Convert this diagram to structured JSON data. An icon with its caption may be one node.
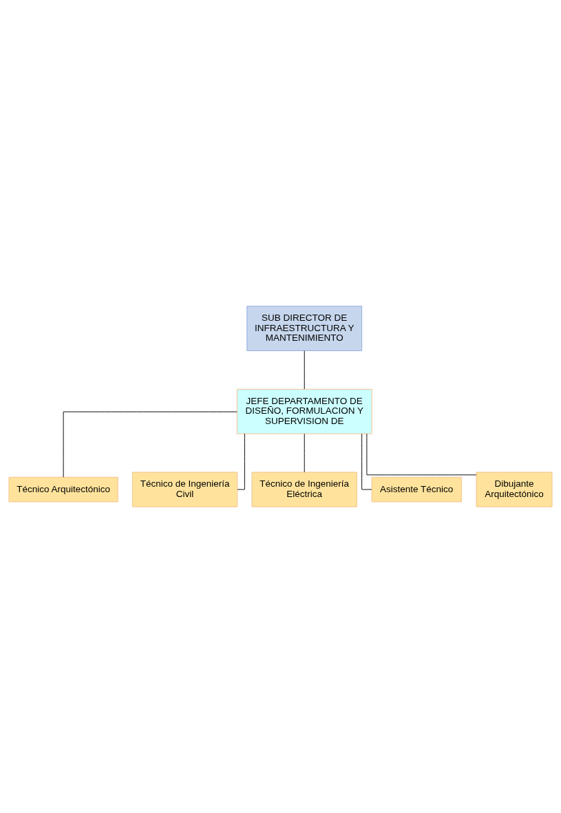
{
  "diagram": {
    "nodes": [
      {
        "text": [
          "SUB DIRECTOR DE INFRAESTRUCTURA Y MANTENIMIENTO"
        ]
      },
      {
        "text": [
          "JEFE DEPARTAMENTO DE DISEÑO, FORMULACION Y SUPERVISION DE"
        ]
      },
      {
        "text": [
          "Técnico Arquitectónico"
        ]
      },
      {
        "text": [
          "Técnico de Ingeniería Civil"
        ]
      },
      {
        "text": [
          "Técnico de Ingeniería Eléctrica"
        ]
      },
      {
        "text": [
          "Asistente Técnico"
        ]
      },
      {
        "text": [
          "Dibujante Arquitectónico"
        ]
      }
    ],
    "edges": [
      {
        "from": 0,
        "to": 1,
        "arrow": "none"
      },
      {
        "from": 1,
        "to": 2,
        "arrow": "none"
      },
      {
        "from": 1,
        "to": 3,
        "arrow": "none"
      },
      {
        "from": 1,
        "to": 4,
        "arrow": "none"
      },
      {
        "from": 1,
        "to": 5,
        "arrow": "none"
      },
      {
        "from": 1,
        "to": 6,
        "arrow": "none"
      }
    ]
  }
}
